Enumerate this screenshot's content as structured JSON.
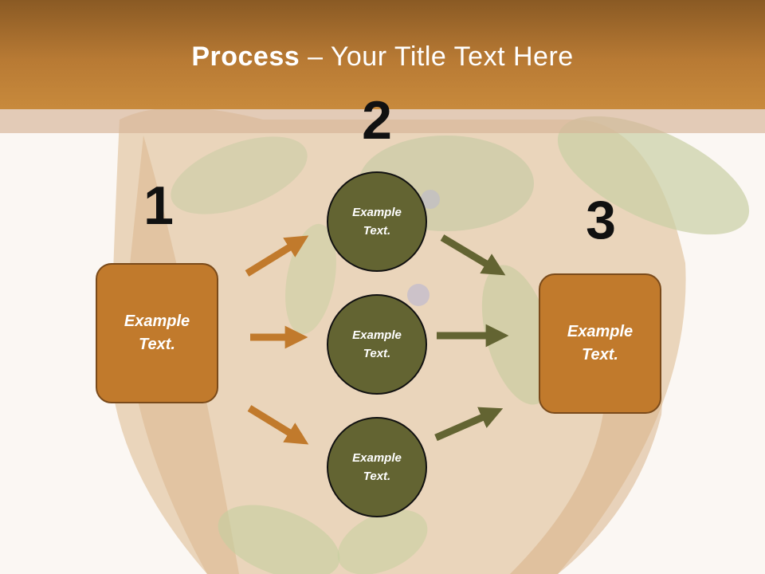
{
  "title": {
    "bold": "Process",
    "rest": " – Your Title Text Here"
  },
  "numbers": [
    "1",
    "2",
    "3"
  ],
  "left_box": {
    "text": "Example\nText."
  },
  "circles": [
    {
      "text": "Example\nText."
    },
    {
      "text": "Example\nText."
    },
    {
      "text": "Example\nText."
    }
  ],
  "right_box": {
    "text": "Example\nText."
  },
  "colors": {
    "accent_orange": "#c17a2c",
    "olive": "#636432",
    "title_bar": "#b87a34"
  }
}
